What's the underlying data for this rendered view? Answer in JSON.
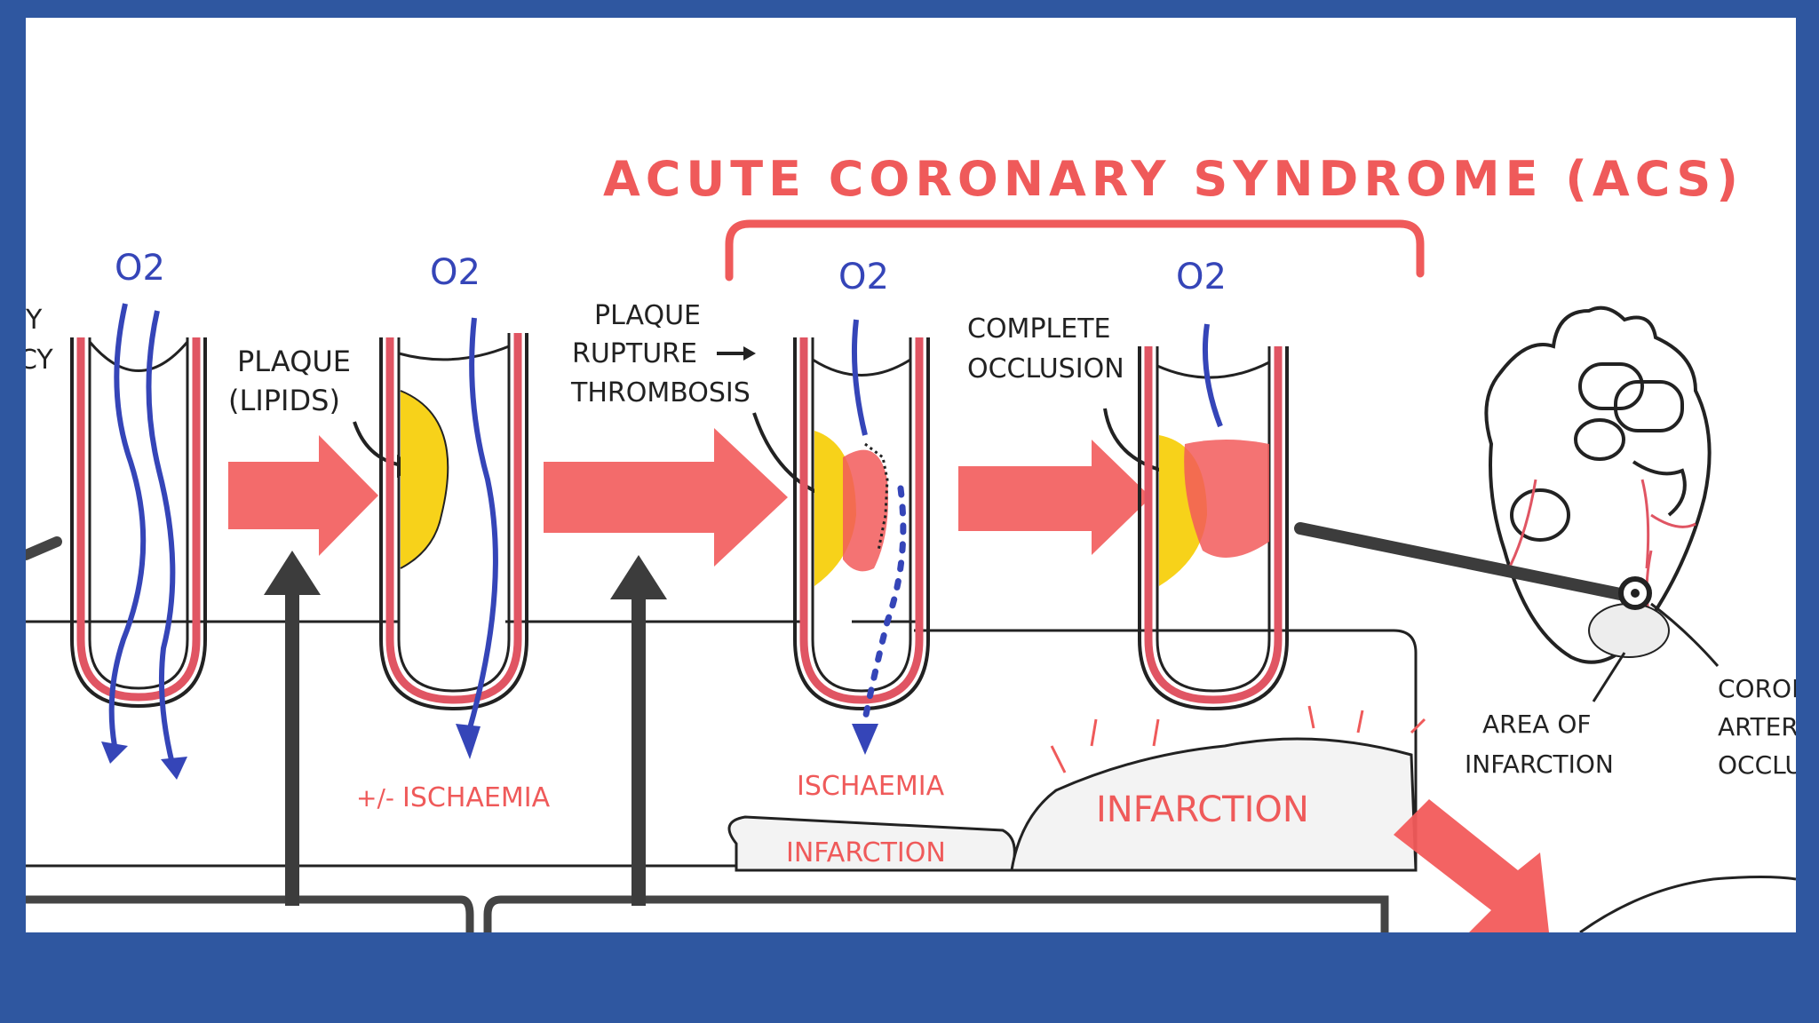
{
  "title": "ACUTE CORONARY SYNDROME (ACS)",
  "oxygen": [
    "O2",
    "O2",
    "O2",
    "O2"
  ],
  "labels": {
    "left_cut_1": "Y",
    "left_cut_2": "CY",
    "plaque_lipids_line1": "PLAQUE",
    "plaque_lipids_line2": "(LIPIDS)",
    "rupture_line1": "PLAQUE",
    "rupture_line2": "RUPTURE",
    "rupture_line3": "THROMBOSIS",
    "occlusion_line1": "COMPLETE",
    "occlusion_line2": "OCCLUSION",
    "pm_ischaemia_sign": "+/-",
    "pm_ischaemia": "ISCHAEMIA",
    "ischaemia": "ISCHAEMIA",
    "infarction_small": "INFARCTION",
    "infarction_large": "INFARCTION",
    "area_infarction_line1": "AREA OF",
    "area_infarction_line2": "INFARCTION",
    "coronary_line1": "CORON",
    "coronary_line2": "ARTER",
    "coronary_line3": "OCCLU"
  },
  "colors": {
    "frame": "#2f57a0",
    "title_red": "#ef5a5a",
    "vessel_wall": "#e05563",
    "oxygen_blue": "#3545b8",
    "plaque_yellow": "#f7d21a",
    "arrow_red": "#f25b5b",
    "support_arrow": "#3c3c3c",
    "ink": "#222222"
  }
}
